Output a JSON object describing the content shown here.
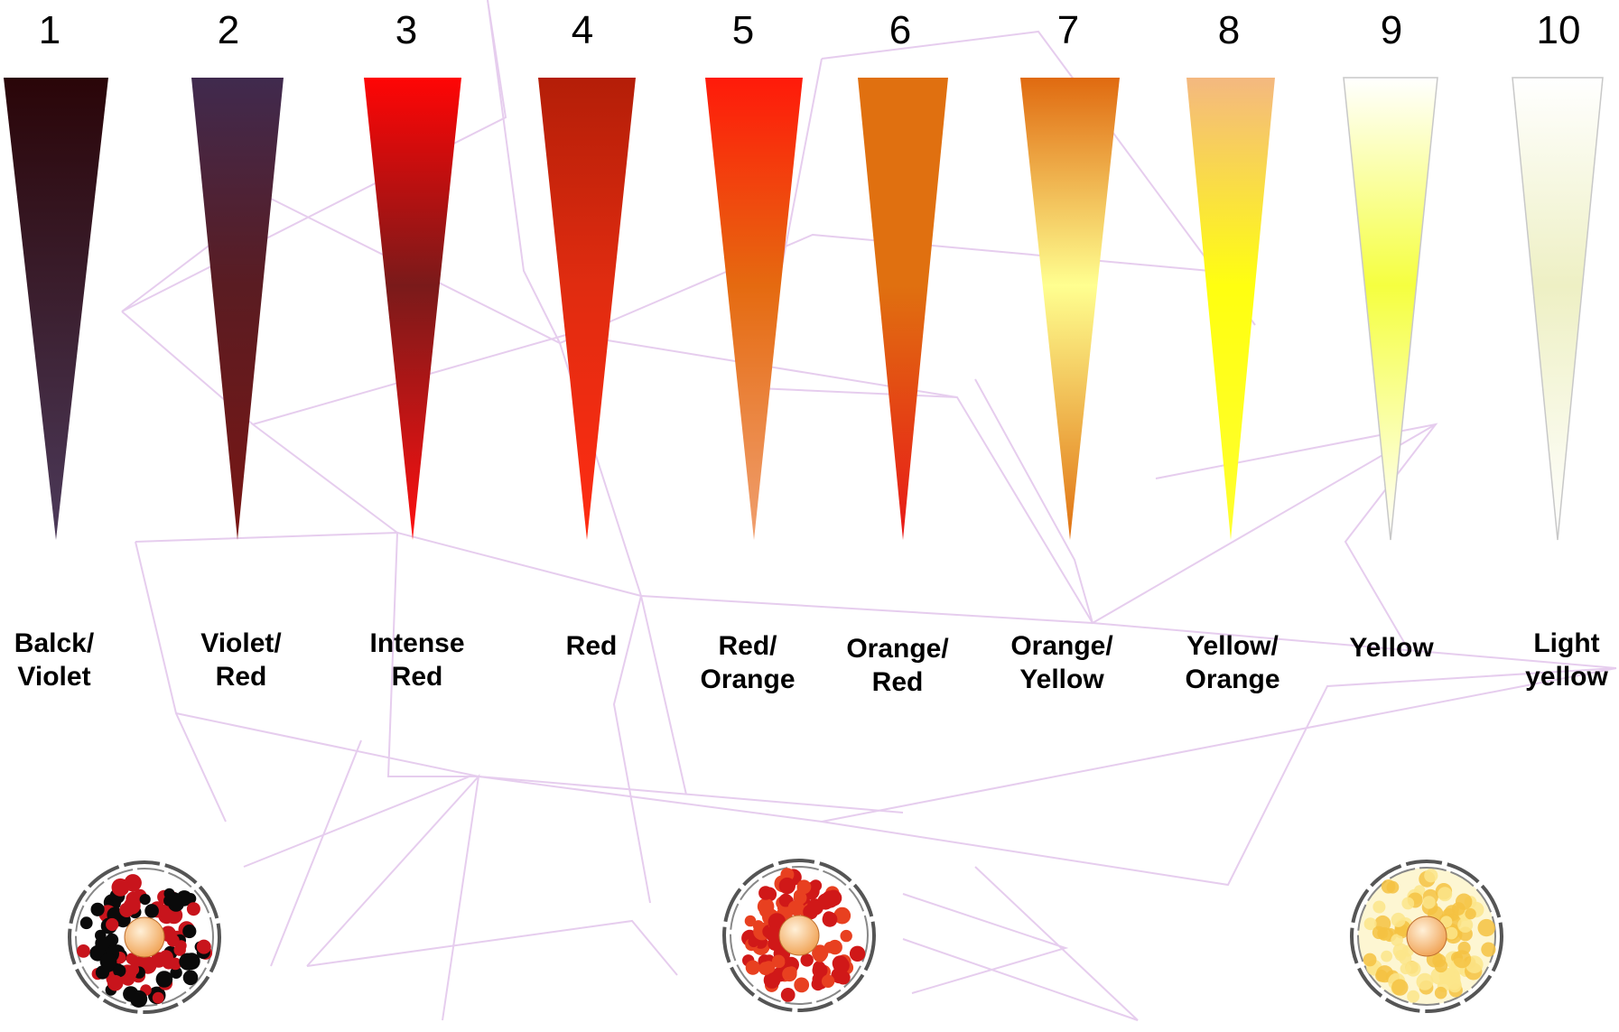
{
  "diagram": {
    "stages": [
      {
        "number": "1",
        "label_lines": [
          "Balck/",
          "Violet"
        ],
        "colors": {
          "top": "#2a0508",
          "mid": "#3a1d2c",
          "tip": "#4c3a5a"
        }
      },
      {
        "number": "2",
        "label_lines": [
          "Violet/",
          "Red"
        ],
        "colors": {
          "top": "#402a4e",
          "mid": "#5a1c22",
          "tip": "#7a1614"
        }
      },
      {
        "number": "3",
        "label_lines": [
          "Intense",
          "Red"
        ],
        "colors": {
          "top": "#ff0505",
          "mid": "#7a1a1a",
          "tip": "#ff1010"
        }
      },
      {
        "number": "4",
        "label_lines": [
          "Red"
        ],
        "colors": {
          "top": "#b41e08",
          "mid": "#e02c10",
          "tip": "#ff2c12"
        }
      },
      {
        "number": "5",
        "label_lines": [
          "Red/",
          "Orange"
        ],
        "colors": {
          "top": "#ff1a0a",
          "mid": "#e56a10",
          "tip": "#f0a070"
        }
      },
      {
        "number": "6",
        "label_lines": [
          "Orange/",
          "Red"
        ],
        "colors": {
          "top": "#e07010",
          "mid": "#e07010",
          "tip": "#e81818"
        }
      },
      {
        "number": "7",
        "label_lines": [
          "Orange/",
          "Yellow"
        ],
        "colors": {
          "top": "#e06a10",
          "mid": "#ffff90",
          "tip": "#e07010"
        }
      },
      {
        "number": "8",
        "label_lines": [
          "Yellow/",
          "Orange"
        ],
        "colors": {
          "top": "#f4b880",
          "mid": "#ffff10",
          "tip": "#ffff30"
        }
      },
      {
        "number": "9",
        "label_lines": [
          "Yellow"
        ],
        "colors": {
          "top": "#ffffff",
          "mid": "#f5ff40",
          "tip": "#ffffff"
        }
      },
      {
        "number": "10",
        "label_lines": [
          "Light",
          "yellow"
        ],
        "colors": {
          "top": "#ffffff",
          "mid": "#eef0c4",
          "tip": "#ffffff"
        }
      }
    ],
    "cells": [
      {
        "name": "cell-dark",
        "granule_colors": [
          "#0a0a0a",
          "#c8141c"
        ]
      },
      {
        "name": "cell-red",
        "granule_colors": [
          "#d01818",
          "#e84020"
        ]
      },
      {
        "name": "cell-yellow",
        "granule_colors": [
          "#f5c242",
          "#fbe58a"
        ]
      }
    ],
    "cell_nucleus_color": "#f0a050"
  }
}
